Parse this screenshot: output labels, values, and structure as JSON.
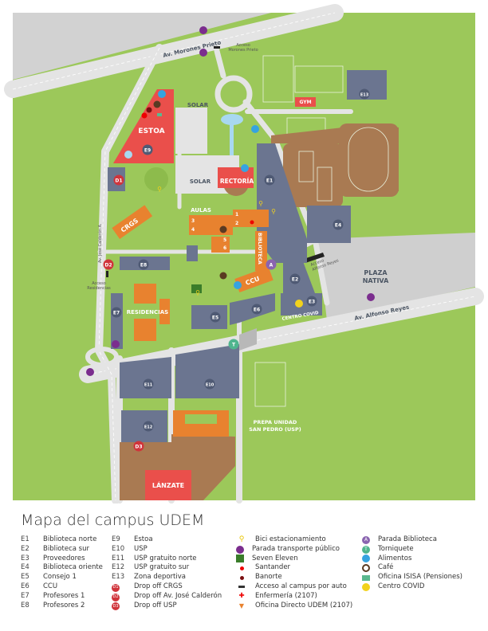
{
  "map": {
    "streets": {
      "morones": "Av. Morones Prieto",
      "alfonso": "Av. Alfonso Reyes",
      "calderon": "Av. José Calderón A.",
      "calderon2": "Av. José Calderón A."
    },
    "access": {
      "morones": [
        "Acceso",
        "Morones Prieto"
      ],
      "residencias": [
        "Acceso",
        "Residencias"
      ],
      "alfonso": [
        "Acceso",
        "Alfonso Reyes"
      ]
    },
    "areas": {
      "solar1": "SOLAR",
      "solar2": "SOLAR",
      "aulas": "AULAS",
      "plaza": [
        "PLAZA",
        "NATIVA"
      ],
      "prepa": [
        "PREPA UNIDAD",
        "SAN PEDRO (USP)"
      ]
    },
    "buildings": {
      "estoa": "ESTOA",
      "rectoria": "RECTORÍA",
      "crgs": "CRGS",
      "residencias": "RESIDENCIAS",
      "biblioteca": "BIBLIOTECA",
      "ccu": "CCU",
      "gym": "GYM",
      "lanzate": "LÁNZATE",
      "centro_covid": "CENTRO COVID",
      "aulas_nums": [
        "1",
        "2",
        "3",
        "4",
        "5",
        "6"
      ]
    },
    "codes": {
      "E1": "E1",
      "E2": "E2",
      "E3": "E3",
      "E4": "E4",
      "E5": "E5",
      "E6": "E6",
      "E7": "E7",
      "E8": "E8",
      "E9": "E9",
      "E10": "E10",
      "E11": "E11",
      "E12": "E12",
      "E13": "E13",
      "D1": "D1",
      "D2": "D2",
      "D3": "D3",
      "A": "A",
      "T": "T"
    },
    "colors": {
      "grass": "#9cc85a",
      "road": "#e4e4e4",
      "lot": "#d2d2d2",
      "building": "#6b7590",
      "orange": "#e8822f",
      "red": "#ea4f4b",
      "brown": "#a97a52",
      "purple": "#7b2d8e",
      "blue": "#36a3e0",
      "teal": "#4fb58e"
    }
  },
  "legend": {
    "title": "Mapa del campus UDEM",
    "col1": [
      {
        "code": "E1",
        "label": "Biblioteca norte"
      },
      {
        "code": "E2",
        "label": "Biblioteca sur"
      },
      {
        "code": "E3",
        "label": "Proveedores"
      },
      {
        "code": "E4",
        "label": "Biblioteca oriente"
      },
      {
        "code": "E5",
        "label": "Consejo 1"
      },
      {
        "code": "E6",
        "label": "CCU"
      },
      {
        "code": "E7",
        "label": "Profesores 1"
      },
      {
        "code": "E8",
        "label": "Profesores 2"
      }
    ],
    "col2": [
      {
        "code": "E9",
        "label": "Estoa"
      },
      {
        "code": "E10",
        "label": "USP"
      },
      {
        "code": "E11",
        "label": "USP gratuito norte"
      },
      {
        "code": "E12",
        "label": "USP gratuito sur"
      },
      {
        "code": "E13",
        "label": "Zona deportiva"
      },
      {
        "code": "D1",
        "label": "Drop off CRGS",
        "icon": "drop-off-pin-icon"
      },
      {
        "code": "D2",
        "label": "Drop off Av. José Calderón",
        "icon": "drop-off-pin-icon"
      },
      {
        "code": "D3",
        "label": "Drop off USP",
        "icon": "drop-off-pin-icon"
      }
    ],
    "col3": [
      {
        "label": "Bici estacionamiento",
        "icon": "bike-icon"
      },
      {
        "label": "Parada transporte público",
        "icon": "bus-stop-icon"
      },
      {
        "label": "Seven Eleven",
        "icon": "seven-eleven-icon"
      },
      {
        "label": "Santander",
        "icon": "santander-icon"
      },
      {
        "label": "Banorte",
        "icon": "banorte-icon"
      },
      {
        "label": "Acceso al campus por auto",
        "icon": "car-access-icon"
      },
      {
        "label": "Enfermería (2107)",
        "icon": "nursing-cross-icon"
      },
      {
        "label": "Oficina Directo UDEM (2107)",
        "icon": "directo-udem-icon"
      }
    ],
    "col4": [
      {
        "label": "Parada Biblioteca",
        "icon": "library-stop-icon",
        "letter": "A"
      },
      {
        "label": "Torniquete",
        "icon": "turnstile-icon",
        "letter": "T"
      },
      {
        "label": "Alimentos",
        "icon": "food-icon"
      },
      {
        "label": "Café",
        "icon": "cafe-icon"
      },
      {
        "label": "Oficina ISISA (Pensiones)",
        "icon": "isisa-office-icon"
      },
      {
        "label": "Centro COVID",
        "icon": "covid-center-icon"
      }
    ]
  }
}
